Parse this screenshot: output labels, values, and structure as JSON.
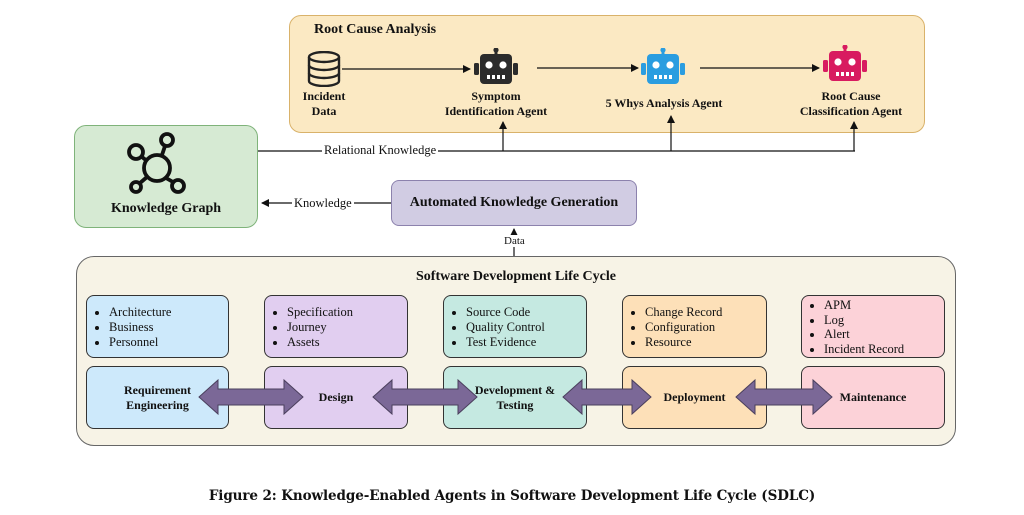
{
  "rca": {
    "title": "Root Cause Analysis",
    "incident": "Incident\nData",
    "agents": [
      {
        "label": "Symptom\nIdentification Agent",
        "color": "#2b2b2b",
        "icon": "robot-icon"
      },
      {
        "label": "5 Whys Analysis Agent",
        "color": "#2a9de0",
        "icon": "robot-icon"
      },
      {
        "label": "Root Cause\nClassification Agent",
        "color": "#d81b60",
        "icon": "robot-icon"
      }
    ]
  },
  "kg": {
    "title": "Knowledge Graph",
    "icon": "graph-network-icon"
  },
  "relational_label": "Relational Knowledge",
  "knowledge_label": "Knowledge",
  "akg": {
    "title": "Automated Knowledge Generation"
  },
  "data_label": "Data",
  "sdlc": {
    "title": "Software Development Life Cycle",
    "columns": [
      {
        "items": [
          "Architecture",
          "Business",
          "Personnel"
        ],
        "phase": "Requirement\nEngineering",
        "color": "#cde9fb"
      },
      {
        "items": [
          "Specification",
          "Journey",
          "Assets"
        ],
        "phase": "Design",
        "color": "#e1cef0"
      },
      {
        "items": [
          "Source Code",
          "Quality Control",
          "Test Evidence"
        ],
        "phase": "Development &\nTesting",
        "color": "#c5e9e1"
      },
      {
        "items": [
          "Change Record",
          "Configuration",
          "Resource"
        ],
        "phase": "Deployment",
        "color": "#fde0b8"
      },
      {
        "items": [
          "APM",
          "Log",
          "Alert",
          "Incident Record"
        ],
        "phase": "Maintenance",
        "color": "#fcd2d8"
      }
    ]
  },
  "caption": "Figure 2: Knowledge-Enabled Agents in Software Development Life Cycle (SDLC)",
  "colors": {
    "rca_bg": "#fbe9c3",
    "kg_bg": "#d6ead3",
    "akg_bg": "#d1cce3",
    "sdlc_bg": "#f7f3e6",
    "arrow": "#7b6897"
  }
}
